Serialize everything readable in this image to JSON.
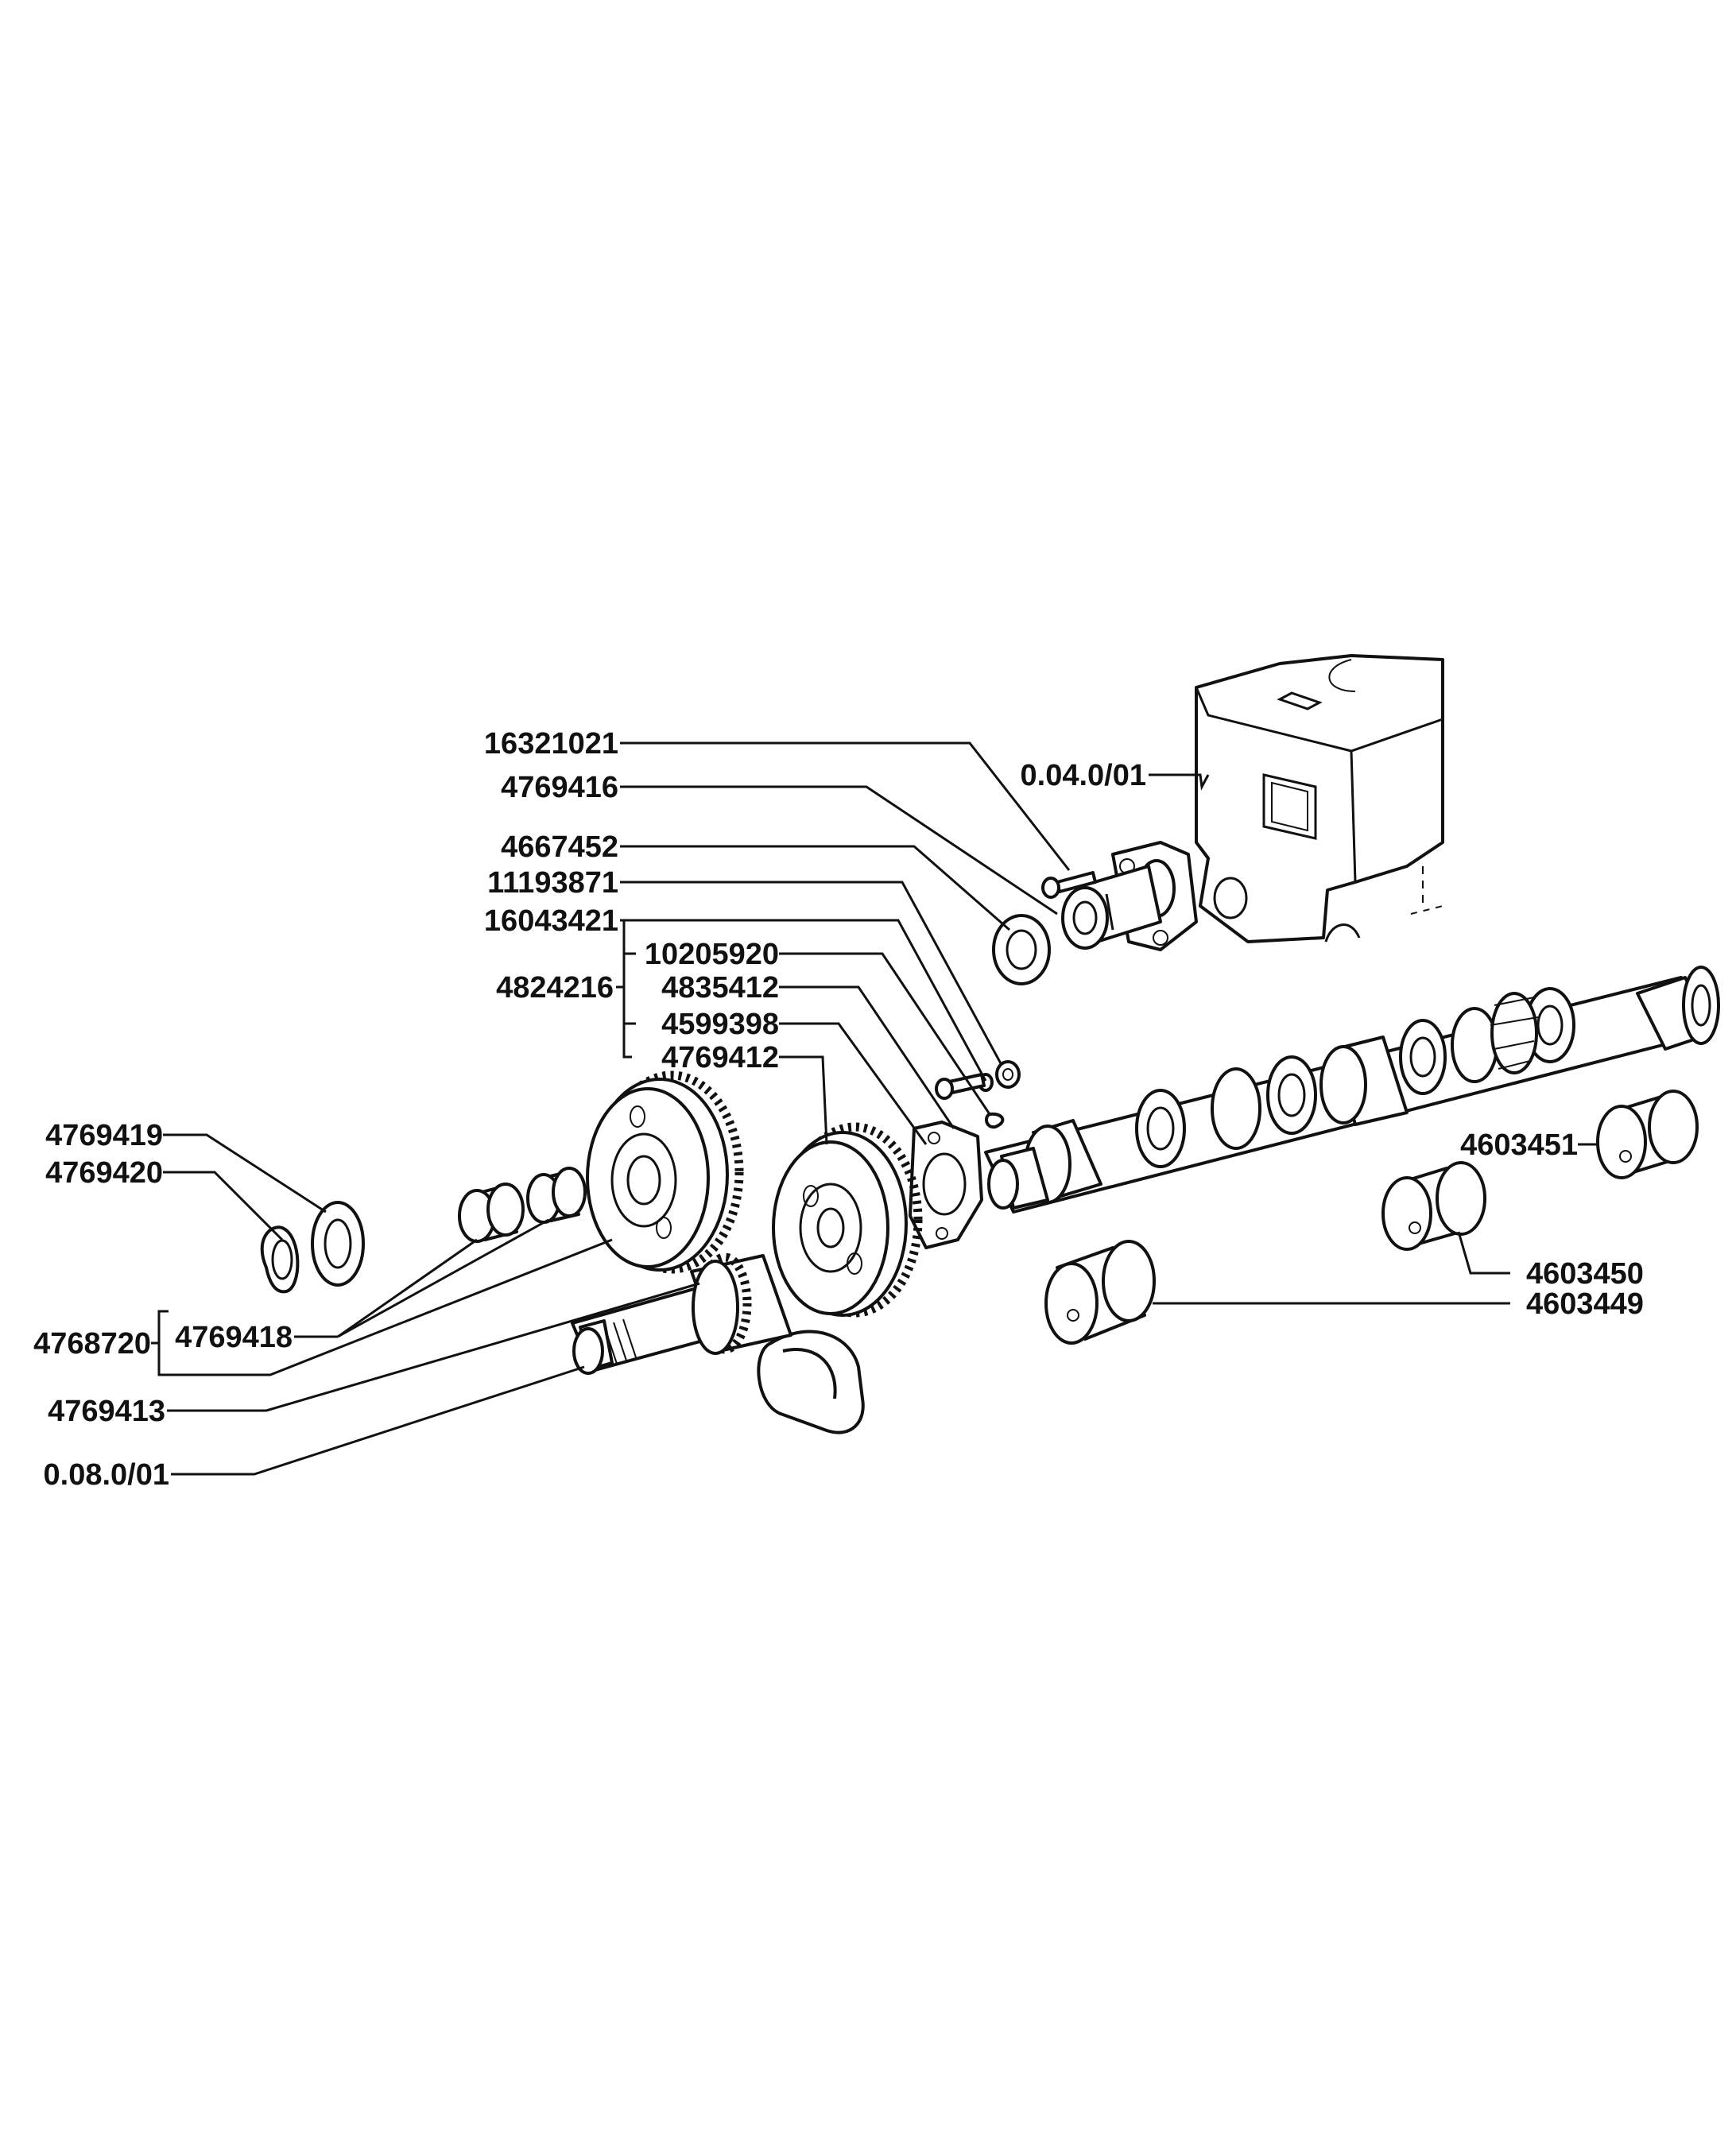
{
  "labels": {
    "p16321021": "16321021",
    "p4769416": "4769416",
    "p4667452": "4667452",
    "p11193871": "11193871",
    "p16043421": "16043421",
    "p10205920": "10205920",
    "p4824216": "4824216",
    "p4835412": "4835412",
    "p4599398": "4599398",
    "p4769412": "4769412",
    "p4769419": "4769419",
    "p4769420": "4769420",
    "p4769418": "4769418",
    "p4768720": "4768720",
    "p4769413": "4769413",
    "p0080": "0.08.0/01",
    "p0040": "0.04.0/01",
    "p4603451": "4603451",
    "p4603450": "4603450",
    "p4603449": "4603449"
  }
}
